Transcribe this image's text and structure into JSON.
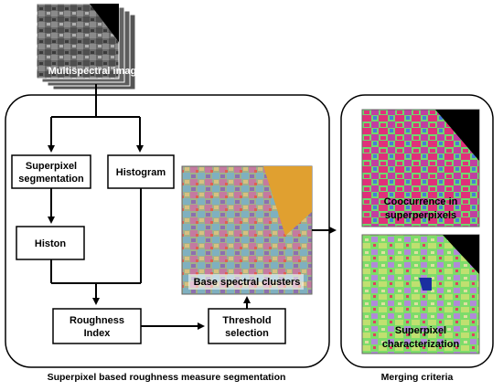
{
  "input": {
    "label": "Multispectral image"
  },
  "boxes": {
    "superpixel_segmentation": [
      "Superpixel",
      "segmentation"
    ],
    "histogram": "Histogram",
    "histon": "Histon",
    "roughness_index": [
      "Roughness",
      "Index"
    ],
    "threshold_selection": [
      "Threshold",
      "selection"
    ]
  },
  "clusters": {
    "label": "Base spectral clusters"
  },
  "merging": {
    "cooccurrence": [
      "Coocurrence in",
      "superperpixels"
    ],
    "characterization": [
      "Superpixel",
      "characterization"
    ]
  },
  "captions": {
    "left": "Superpixel based roughness measure segmentation",
    "right": "Merging criteria"
  },
  "colors": {
    "stroke": "#000000",
    "clusters_orange": "#e0a030",
    "merge_green": "#6fd86f",
    "merge_magenta": "#e0307a",
    "merge_black": "#000000"
  }
}
